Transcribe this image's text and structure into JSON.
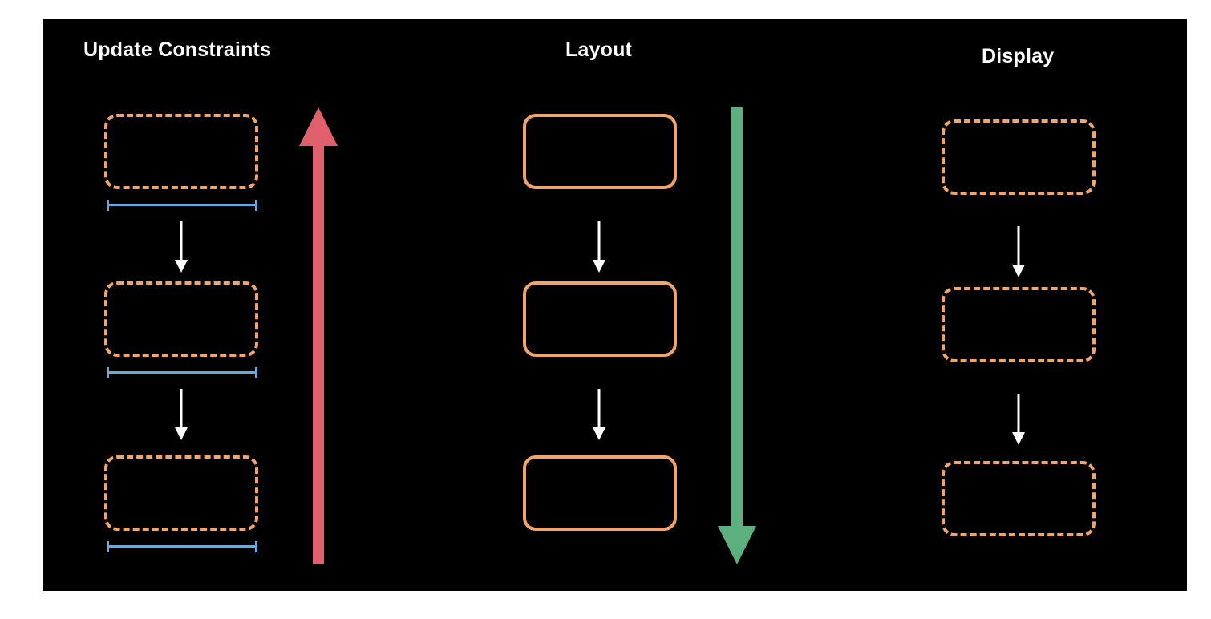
{
  "columns": {
    "update_constraints": {
      "title": "Update Constraints"
    },
    "layout": {
      "title": "Layout"
    },
    "display": {
      "title": "Display"
    }
  },
  "colors": {
    "background": "#000000",
    "box_border": "#f2a469",
    "constraint_line": "#6ea8d8",
    "up_arrow": "#e0606e",
    "down_arrow": "#5bb07e",
    "small_arrow": "#ffffff"
  },
  "icons": {
    "up_arrow": "arrow-up-icon",
    "down_arrow": "arrow-down-icon",
    "step_arrow": "arrow-down-icon"
  }
}
